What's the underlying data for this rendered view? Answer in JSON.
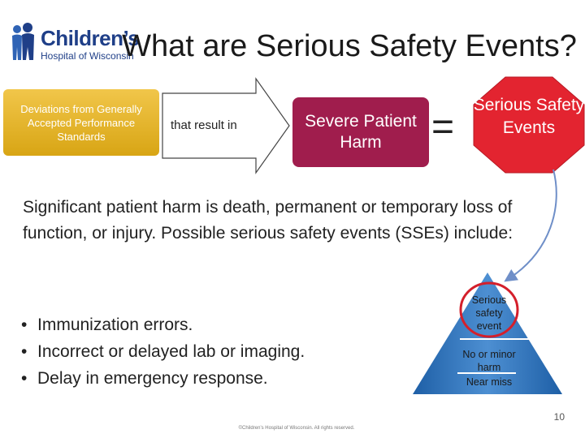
{
  "logo": {
    "line1": "Children’s",
    "line2": "Hospital of Wisconsin"
  },
  "title": "What are Serious Safety Events?",
  "diagram": {
    "deviations": "Deviations from Generally Accepted Performance Standards",
    "arrow_label": "that result in",
    "harm": "Severe Patient Harm",
    "equals": "=",
    "sse": "Serious Safety Events"
  },
  "body": "Significant patient harm is death, permanent or temporary loss of function, or injury. Possible serious safety events (SSEs) include:",
  "bullets": [
    "Immunization errors.",
    "Incorrect or delayed lab or imaging.",
    "Delay in emergency response."
  ],
  "pyramid": {
    "top": "Serious safety event",
    "middle": "No or minor harm",
    "bottom": "Near miss"
  },
  "page_number": "10",
  "copyright": "©Children’s Hospital of Wisconsin. All rights reserved.",
  "colors": {
    "gold": "#e5b52c",
    "harm": "#a01d4d",
    "octagon": "#e32430",
    "pyramid": "#2a72b8",
    "logo": "#1f3f88"
  }
}
